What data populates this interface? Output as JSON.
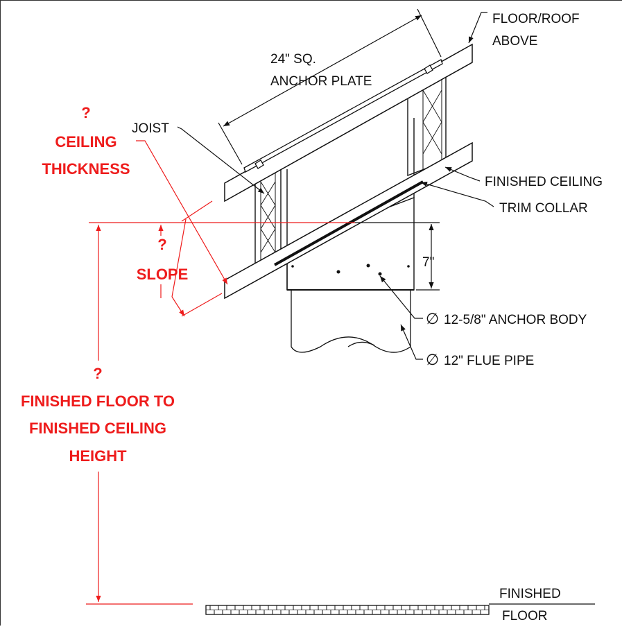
{
  "labels": {
    "floor_roof_above_1": "FLOOR/ROOF",
    "floor_roof_above_2": "ABOVE",
    "anchor_plate_1": "24\" SQ.",
    "anchor_plate_2": "ANCHOR PLATE",
    "joist": "JOIST",
    "finished_ceiling": "FINISHED CEILING",
    "trim_collar": "TRIM COLLAR",
    "collar_dim": "7\"",
    "anchor_body": "12-5/8\" ANCHOR BODY",
    "flue_pipe": "12\" FLUE PIPE",
    "finished_floor_1": "FINISHED",
    "finished_floor_2": "FLOOR",
    "diameter_symbol": "∅"
  },
  "unknowns": {
    "ceiling_thickness_q": "?",
    "ceiling_thickness_1": "CEILING",
    "ceiling_thickness_2": "THICKNESS",
    "slope_q": "?",
    "slope": "SLOPE",
    "height_q": "?",
    "height_1": "FINISHED FLOOR TO",
    "height_2": "FINISHED CEILING",
    "height_3": "HEIGHT"
  },
  "colors": {
    "line": "#111111",
    "unknown": "#ee1c1c",
    "background": "#ffffff"
  }
}
